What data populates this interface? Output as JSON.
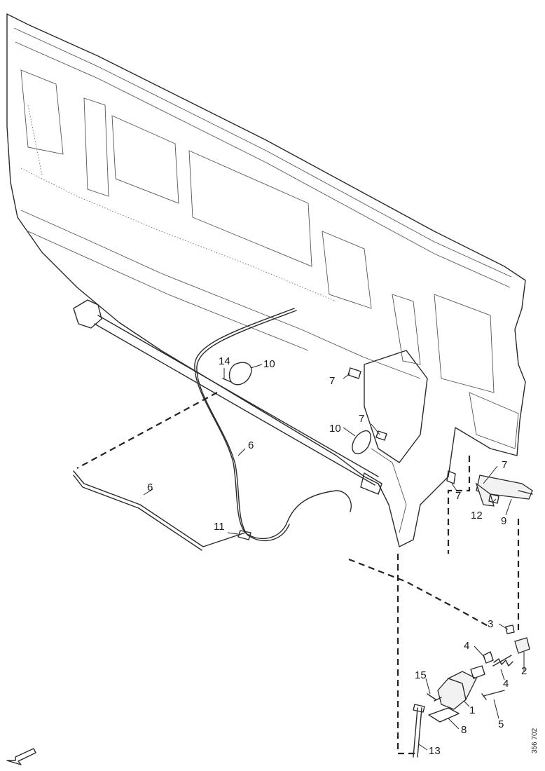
{
  "callouts": {
    "c1": "1",
    "c2": "2",
    "c3": "3",
    "c4a": "4",
    "c4b": "4",
    "c5": "5",
    "c6a": "6",
    "c6b": "6",
    "c7a": "7",
    "c7b": "7",
    "c7c": "7",
    "c7d": "7",
    "c8": "8",
    "c9": "9",
    "c10a": "10",
    "c10b": "10",
    "c11": "11",
    "c12": "12",
    "c13": "13",
    "c14": "14",
    "c15": "15"
  },
  "reference_code": "356 702",
  "icons": {
    "orientation": "arrow-icon"
  },
  "colors": {
    "ink": "#2a2a2a",
    "background": "#ffffff"
  }
}
